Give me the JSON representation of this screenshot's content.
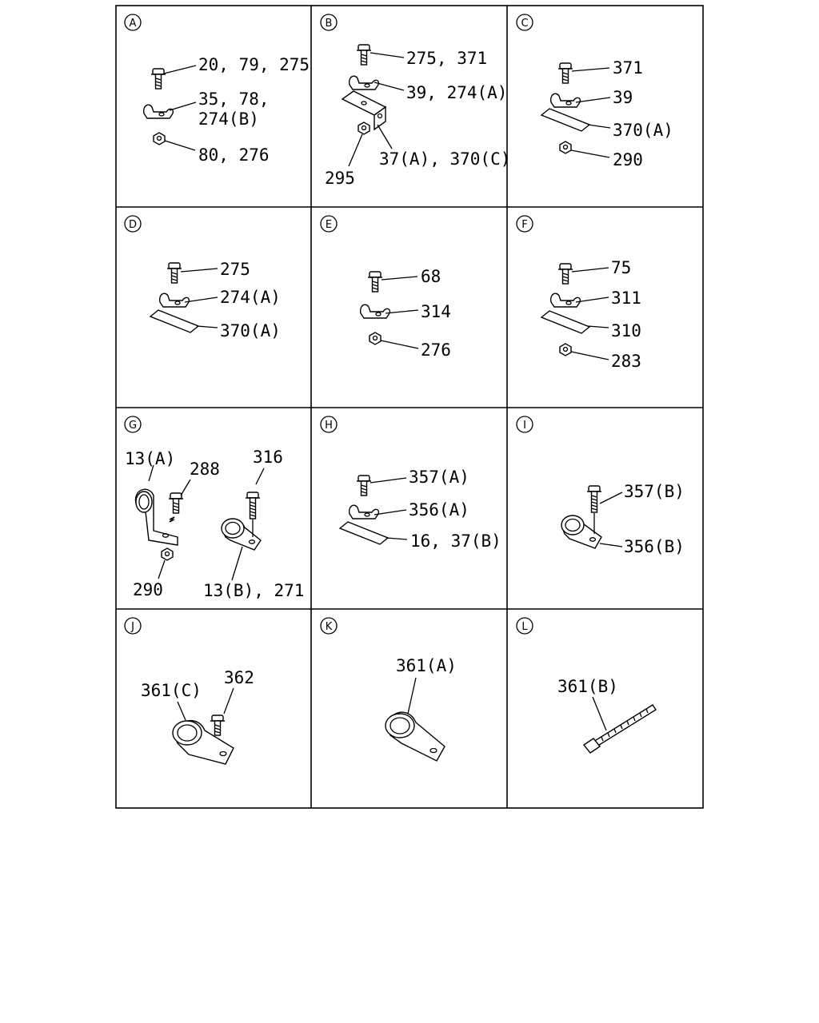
{
  "panels": {
    "A": {
      "letter": "A",
      "labels": {
        "bolt": "20, 79, 275",
        "clip1": "35, 78,",
        "clip2": "274(B)",
        "nut": "80, 276"
      }
    },
    "B": {
      "letter": "B",
      "labels": {
        "bolt": "275, 371",
        "clip": "39, 274(A)",
        "bracket": "37(A), 370(C)",
        "nut": "295"
      }
    },
    "C": {
      "letter": "C",
      "labels": {
        "bolt": "371",
        "clip": "39",
        "plate": "370(A)",
        "nut": "290"
      }
    },
    "D": {
      "letter": "D",
      "labels": {
        "bolt": "275",
        "clip": "274(A)",
        "plate": "370(A)"
      }
    },
    "E": {
      "letter": "E",
      "labels": {
        "bolt": "68",
        "clip": "314",
        "nut": "276"
      }
    },
    "F": {
      "letter": "F",
      "labels": {
        "bolt": "75",
        "clip": "311",
        "plate": "310",
        "nut": "283"
      }
    },
    "G": {
      "letter": "G",
      "labels": {
        "clamp_a": "13(A)",
        "bolt_a": "288",
        "bolt_b": "316",
        "nut": "290",
        "clamp_b": "13(B), 271"
      }
    },
    "H": {
      "letter": "H",
      "labels": {
        "bolt": "357(A)",
        "clip": "356(A)",
        "plate": "16, 37(B)"
      }
    },
    "I": {
      "letter": "I",
      "labels": {
        "bolt": "357(B)",
        "clamp": "356(B)"
      }
    },
    "J": {
      "letter": "J",
      "labels": {
        "clamp": "361(C)",
        "bolt": "362"
      }
    },
    "K": {
      "letter": "K",
      "labels": {
        "clamp": "361(A)"
      }
    },
    "L": {
      "letter": "L",
      "labels": {
        "tie": "361(B)"
      }
    }
  }
}
